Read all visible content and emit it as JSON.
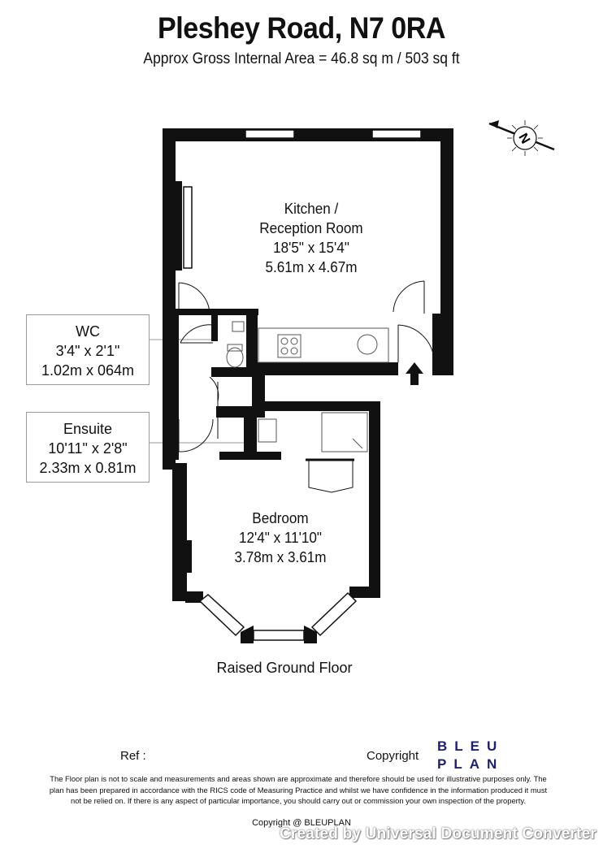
{
  "header": {
    "title": "Pleshey Road, N7 0RA",
    "subtitle": "Approx Gross Internal Area = 46.8 sq m / 503 sq ft"
  },
  "rooms": {
    "kitchen": {
      "name_line1": "Kitchen /",
      "name_line2": "Reception Room",
      "imperial": "18'5\" x 15'4\"",
      "metric": "5.61m x 4.67m"
    },
    "wc": {
      "name": "WC",
      "imperial": "3'4\" x 2'1\"",
      "metric": "1.02m x 064m"
    },
    "ensuite": {
      "name": "Ensuite",
      "imperial": "10'11\" x 2'8\"",
      "metric": "2.33m x 0.81m"
    },
    "bedroom": {
      "name": "Bedroom",
      "imperial": "12'4\" x 11'10\"",
      "metric": "3.78m x 3.61m"
    }
  },
  "compass": {
    "label": "N"
  },
  "floor_name": "Raised Ground Floor",
  "footer": {
    "ref_label": "Ref  :",
    "copyright_label": "Copyright",
    "logo_line1": "BLEU",
    "logo_line2": "PLAN",
    "disclaimer": "The Floor plan is not to scale and measurements and areas shown are approximate and therefore should be used for illustrative purposes only. The plan has been prepared in accordance with the RICS code of Measuring Practice and whilst we have confidence in the information produced it must not be relied on. If there is any aspect of particular importance, you should carry out or commission your own inspection of the property.",
    "copyright_line": "Copyright @ BLEUPLAN"
  },
  "watermark": "Created by Universal Document Converter",
  "colors": {
    "wall": "#111111",
    "logo": "#1f1f70",
    "callout_border": "#9a9a9a"
  }
}
